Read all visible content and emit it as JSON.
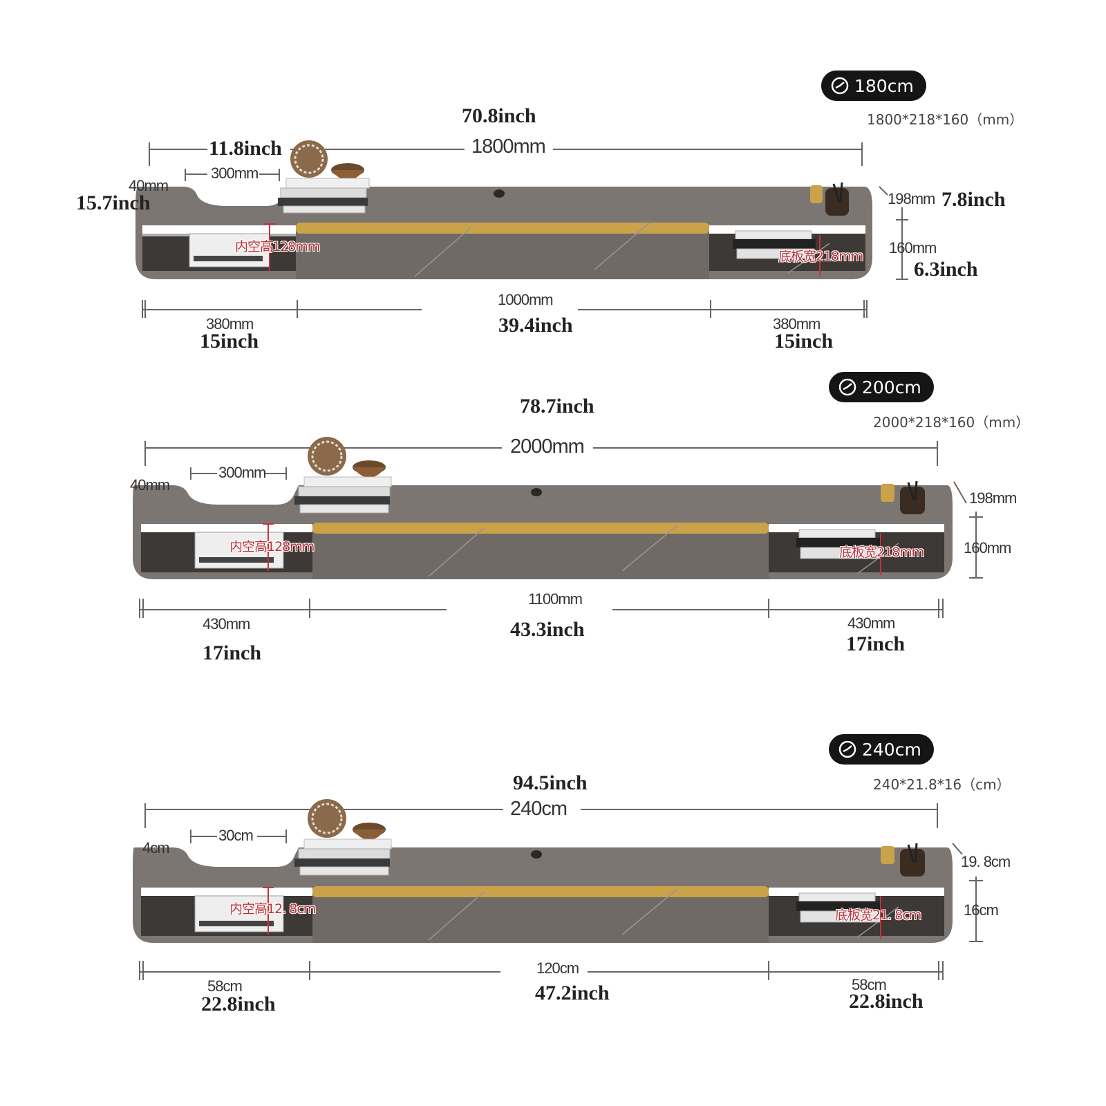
{
  "panels": [
    {
      "badge": "180cm",
      "spec": "1800*218*160（mm）",
      "total_inch": "70.8inch",
      "total_metric": "1800mm",
      "notch_inch": "11.8inch",
      "notch_metric": "300mm",
      "edge_metric": "40mm",
      "edge_inch": "15.7inch",
      "top_height_metric": "198mm",
      "top_height_inch": "7.8inch",
      "height_metric": "160mm",
      "height_inch": "6.3inch",
      "inner_height": "内空高128mm",
      "board_width": "底板宽218mm",
      "left_metric": "380mm",
      "left_inch": "15inch",
      "mid_metric": "1000mm",
      "mid_inch": "39.4inch",
      "right_metric": "380mm",
      "right_inch": "15inch"
    },
    {
      "badge": "200cm",
      "spec": "2000*218*160（mm）",
      "total_inch": "78.7inch",
      "total_metric": "2000mm",
      "notch_metric": "300mm",
      "edge_metric": "40mm",
      "top_height_metric": "198mm",
      "height_metric": "160mm",
      "inner_height": "内空高128mm",
      "board_width": "底板宽218mm",
      "left_metric": "430mm",
      "left_inch": "17inch",
      "mid_metric": "1100mm",
      "mid_inch": "43.3inch",
      "right_metric": "430mm",
      "right_inch": "17inch"
    },
    {
      "badge": "240cm",
      "spec": "240*21.8*16（cm）",
      "total_inch": "94.5inch",
      "total_metric": "240cm",
      "notch_metric": "30cm",
      "edge_metric": "4cm",
      "top_height_metric": "19. 8cm",
      "height_metric": "16cm",
      "inner_height": "内空高12. 8cm",
      "board_width": "底板宽21. 8cm",
      "left_metric": "58cm",
      "left_inch": "22.8inch",
      "mid_metric": "120cm",
      "mid_inch": "47.2inch",
      "right_metric": "58cm",
      "right_inch": "22.8inch"
    }
  ],
  "colors": {
    "cabinet": "#7b7672",
    "cabinet_shade": "#5e5a57",
    "gold_strip": "#c9a24a",
    "badge_bg": "#151515",
    "dimension_line": "#555555",
    "red_label": "#b8323a"
  },
  "icons": [
    "ruler-icon",
    "ball-decor-icon",
    "bowl-icon",
    "book-stack-icon",
    "router-icon",
    "cup-icon"
  ]
}
